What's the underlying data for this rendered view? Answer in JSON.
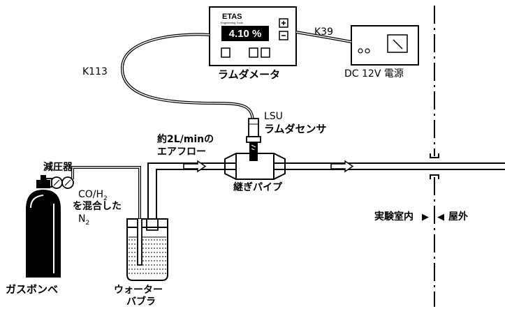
{
  "meter": {
    "brand": "ETAS",
    "brand_sub": "Engineering Tools",
    "display_value": "4.10 %",
    "plus_symbol": "+",
    "minus_symbol": "−"
  },
  "labels": {
    "lambda_meter": "ラムダメータ",
    "k113": "K113",
    "k39": "K39",
    "power_supply": "DC 12V 電源",
    "lsu": "LSU",
    "lambda_sensor": "ラムダセンサ",
    "airflow_line1": "約2L/minの",
    "airflow_line2": "エアフロー",
    "joint_pipe": "継ぎパイプ",
    "regulator": "減圧器",
    "gas_line1_prefix": "CO/H",
    "gas_line1_sub": "2",
    "gas_line2": "を混合した",
    "gas_line3_prefix": "N",
    "gas_line3_sub": "2",
    "gas_cylinder": "ガスボンベ",
    "bubbler_line1": "ウォーター",
    "bubbler_line2": "バブラ",
    "indoor": "実験室内",
    "outdoor": "屋外",
    "arrow_right": "▶",
    "arrow_left": "◀"
  },
  "icons": {
    "plus": "plus-icon",
    "minus": "minus-icon",
    "flow_arrow": "flow-arrow-icon",
    "boundary": "boundary-dashdot-line"
  },
  "colors": {
    "line": "#000000",
    "display_bg": "#000000",
    "display_text": "#ffffff",
    "panel": "#ffffff",
    "cylinder": "#000000"
  }
}
